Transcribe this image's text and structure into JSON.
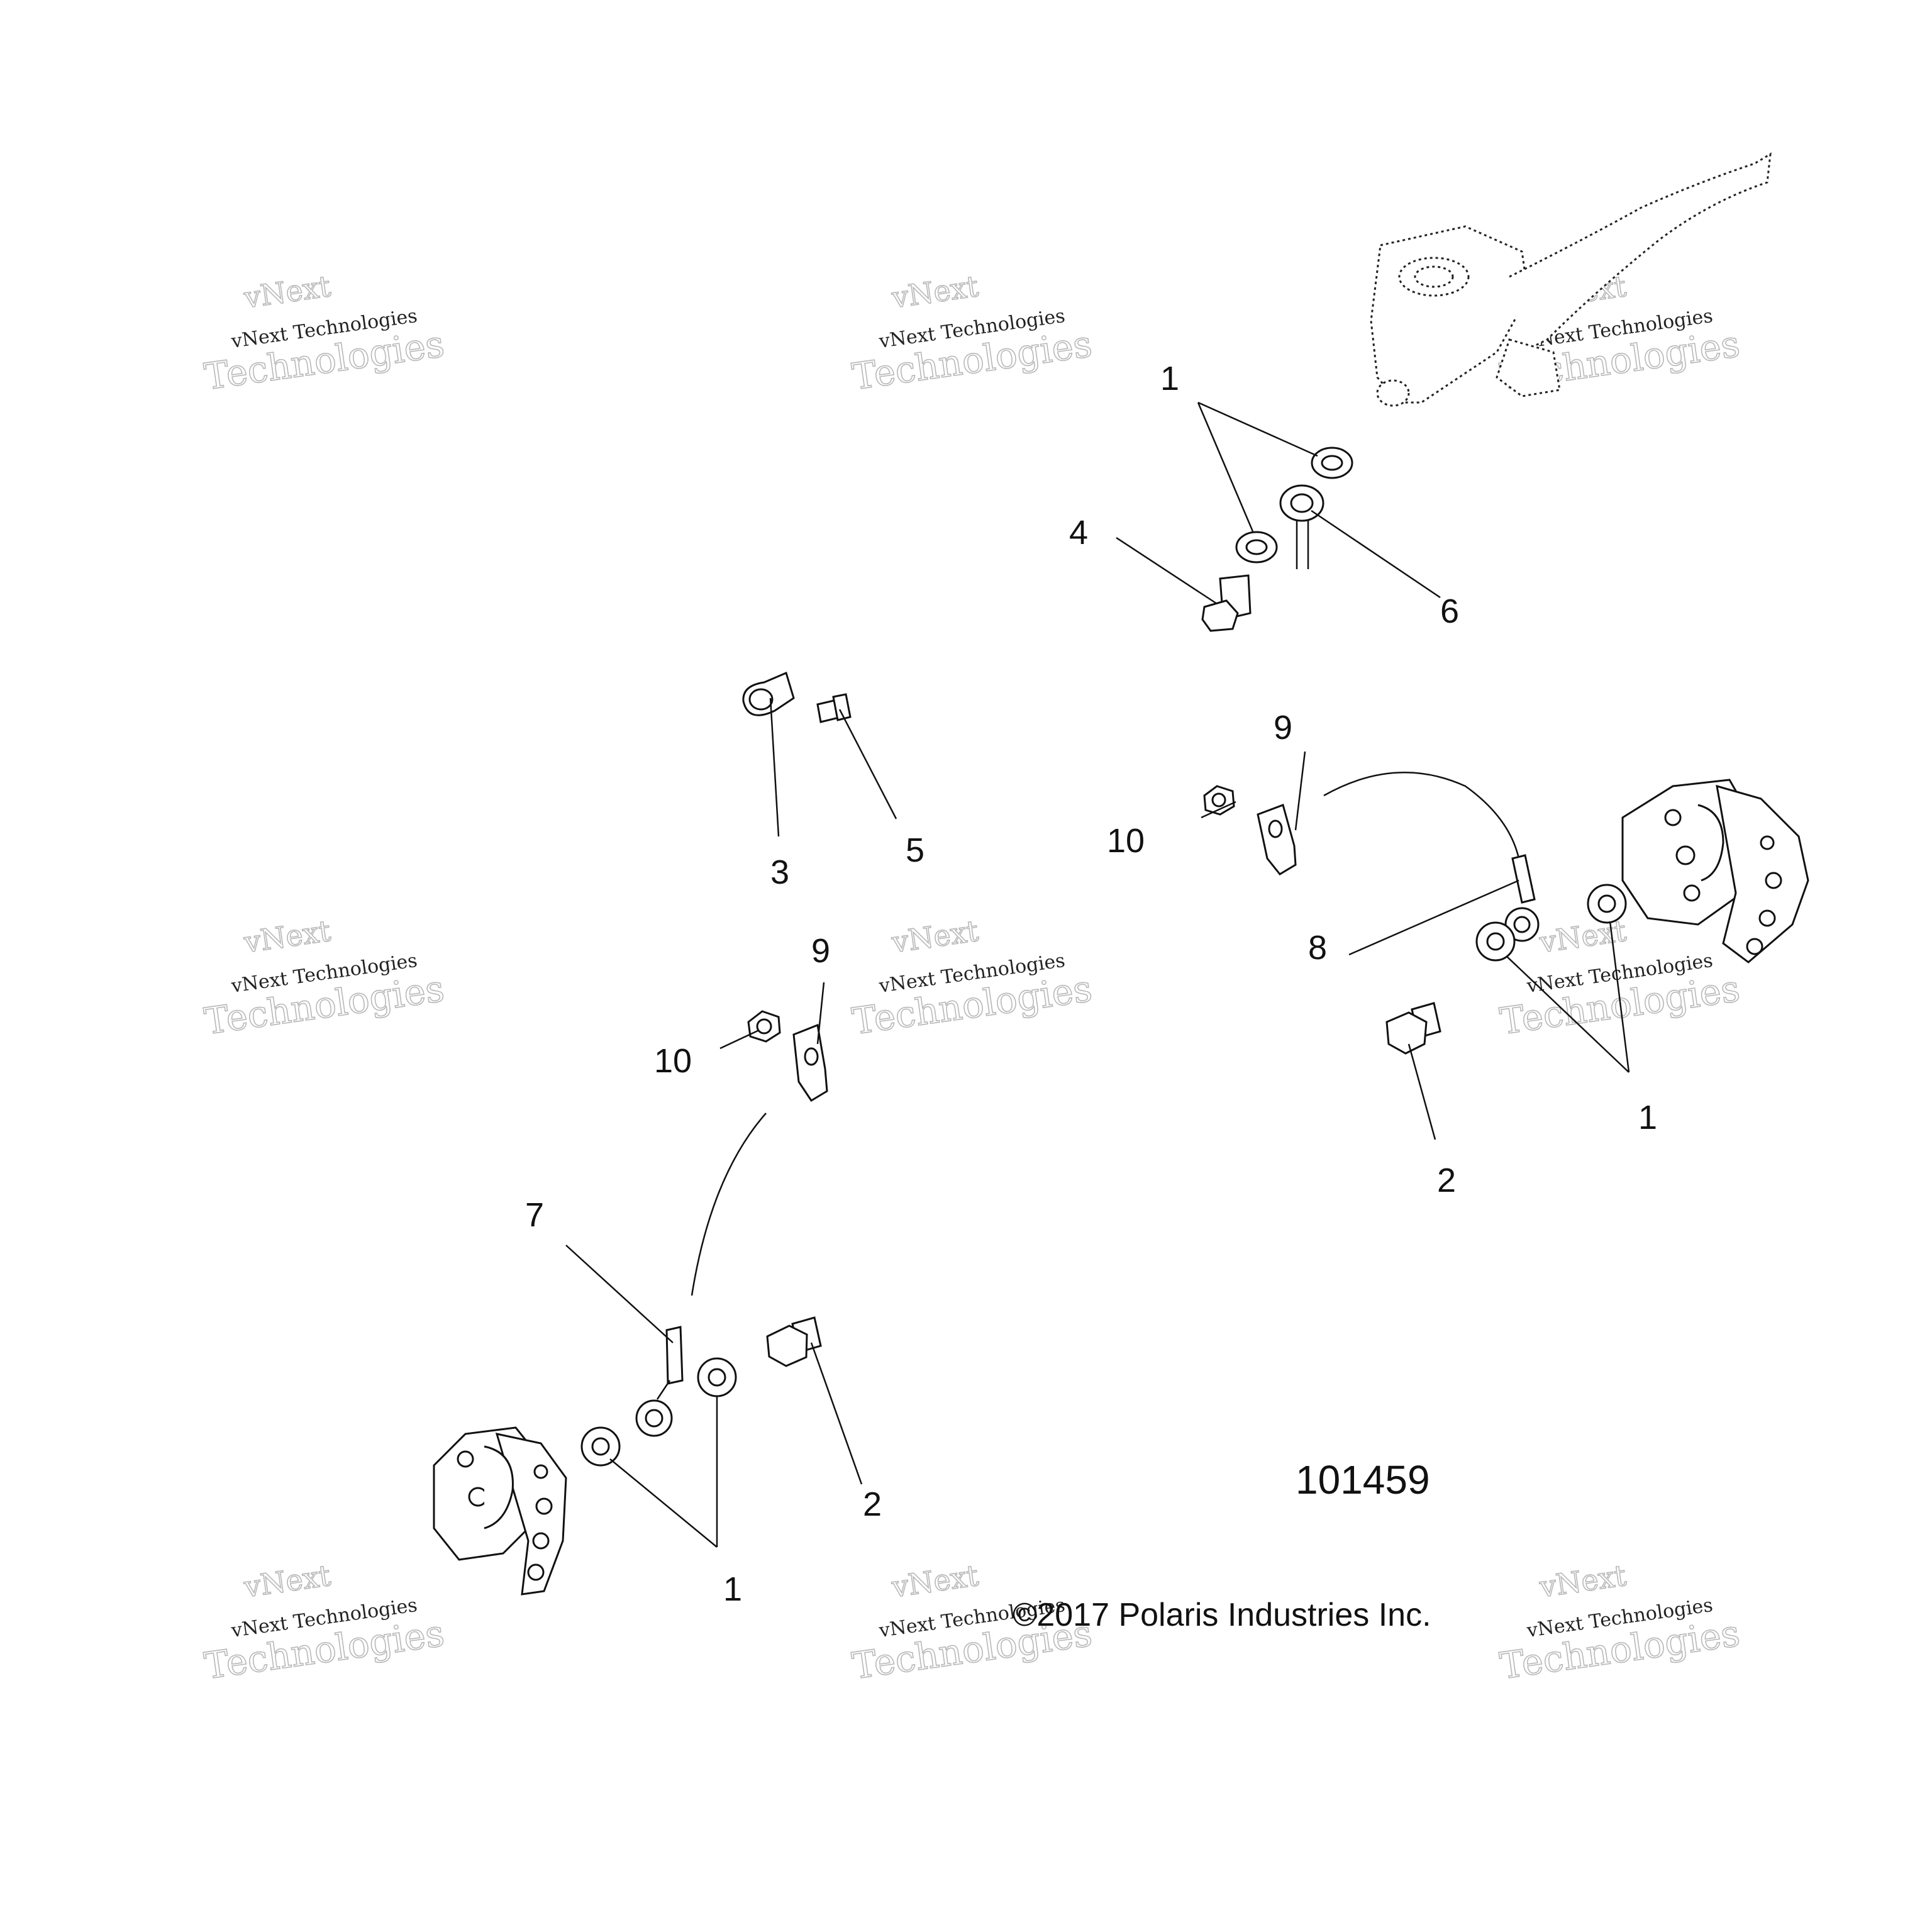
{
  "diagram": {
    "figure_number": "101459",
    "copyright": "©2017 Polaris Industries Inc.",
    "watermark": {
      "line1": "vNext Technologies",
      "line2": "vNext",
      "line3": "Technologies"
    },
    "callouts": {
      "c1_top": "1",
      "c4": "4",
      "c6": "6",
      "c3": "3",
      "c5": "5",
      "c9_right": "9",
      "c10_right": "10",
      "c8": "8",
      "c1_right": "1",
      "c2_right": "2",
      "c9_left": "9",
      "c10_left": "10",
      "c7": "7",
      "c2_left": "2",
      "c1_left": "1"
    }
  }
}
